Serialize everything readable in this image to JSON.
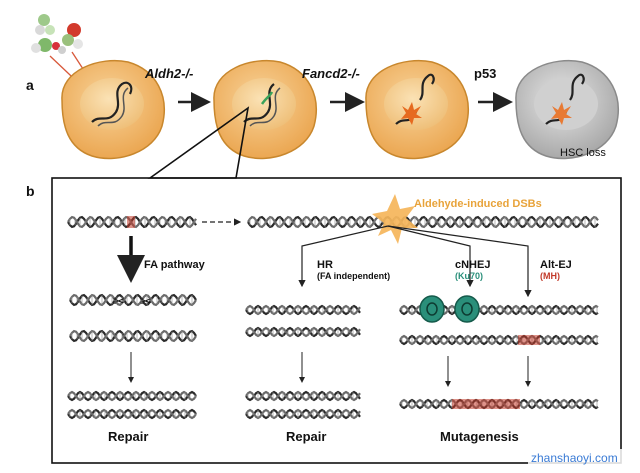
{
  "panel_a": {
    "label": "a",
    "steps": [
      {
        "label": "Aldh2-/-"
      },
      {
        "label": "Fancd2-/-"
      },
      {
        "label": "p53"
      }
    ],
    "outcome": "HSC loss"
  },
  "panel_b": {
    "label": "b",
    "dsb_label": "Aldehyde-induced DSBs",
    "fa_pathway": "FA pathway",
    "hr": {
      "title": "HR",
      "sub": "(FA independent)"
    },
    "cnhej": {
      "title": "cNHEJ",
      "sub": "(Ku70)"
    },
    "altej": {
      "title": "Alt-EJ",
      "sub": "(MH)"
    },
    "results": [
      "Repair",
      "Repair",
      "Mutagenesis"
    ]
  },
  "watermark": "zhanshaoyi.com",
  "colors": {
    "cell": "#f0b865",
    "cell_edge": "#c8872d",
    "nucleus": "#f6d08f",
    "dead_cell": "#bdbdbd",
    "dsb_star": "#f5b55a",
    "dsb_text": "#e8a33a",
    "ku70": "#2a8f7a",
    "mh": "#c23a2a"
  }
}
